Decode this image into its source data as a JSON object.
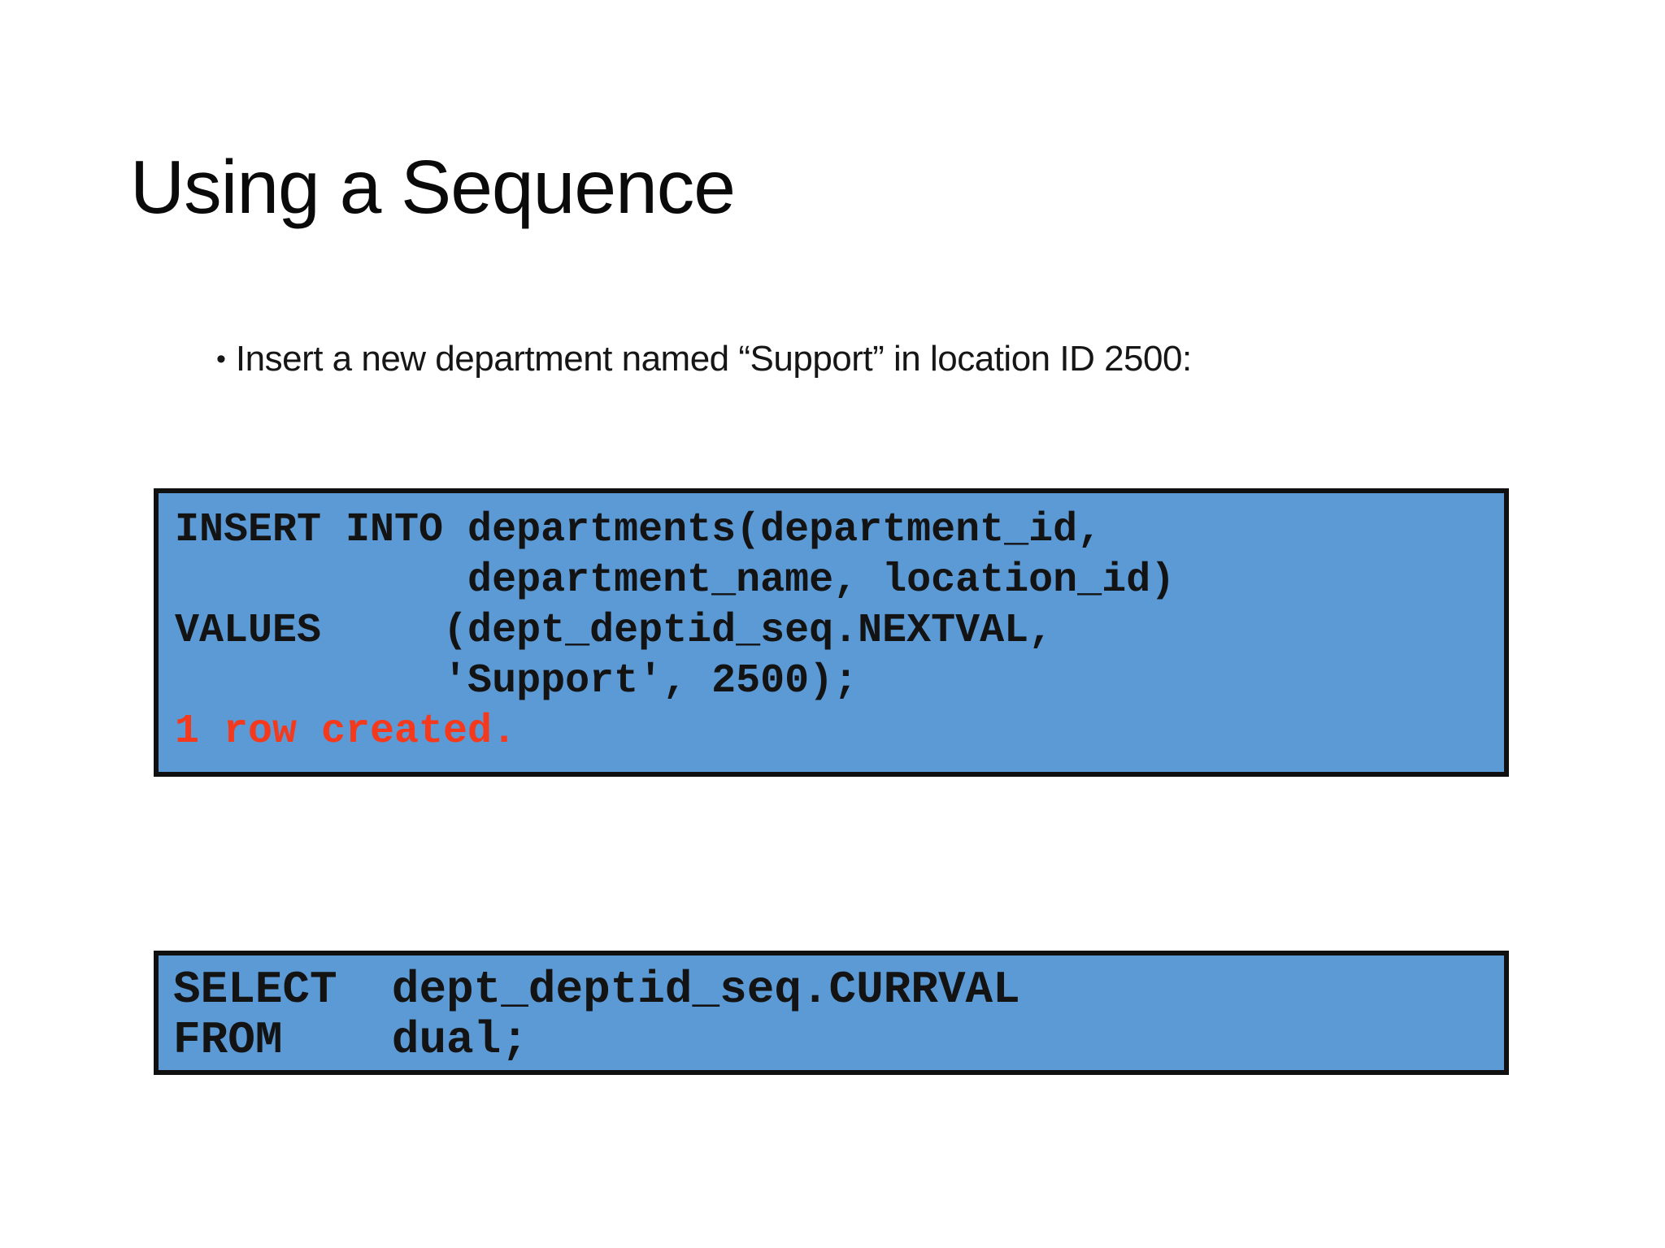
{
  "slide": {
    "title": "Using a Sequence",
    "bullet": {
      "marker": "•",
      "text": "Insert a new department named “Support” in location ID 2500:"
    },
    "insert_box": {
      "lines": [
        "INSERT INTO departments(department_id,",
        "            department_name, location_id)",
        "VALUES     (dept_deptid_seq.NEXTVAL,",
        "           'Support', 2500);"
      ],
      "result": "1 row created."
    },
    "select_box": {
      "lines": [
        "SELECT  dept_deptid_seq.CURRVAL",
        "FROM    dual;"
      ]
    },
    "colors": {
      "background": "#ffffff",
      "box_fill": "#5b9ad5",
      "box_border": "#101010",
      "code_text": "#131313",
      "result_text": "#f5391d",
      "title_text": "#0a0a0a"
    }
  }
}
